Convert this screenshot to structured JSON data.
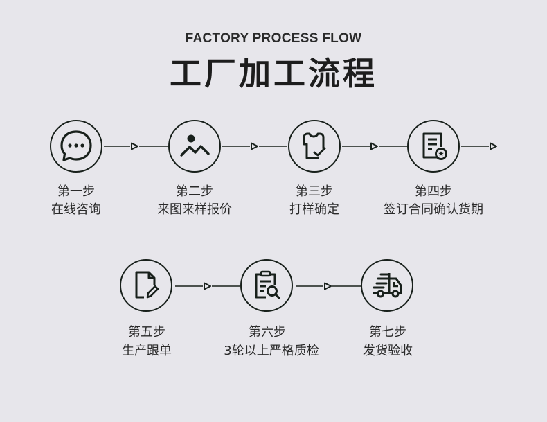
{
  "header": {
    "subtitle": "FACTORY PROCESS FLOW",
    "title": "工厂加工流程"
  },
  "colors": {
    "background": "#e7e6eb",
    "stroke": "#18201b",
    "text": "#2a2a2a"
  },
  "steps": [
    {
      "title": "第一步",
      "desc": "在线咨询",
      "icon": "chat-bubble-icon"
    },
    {
      "title": "第二步",
      "desc": "来图来样报价",
      "icon": "image-icon"
    },
    {
      "title": "第三步",
      "desc": "打样确定",
      "icon": "shirt-check-icon"
    },
    {
      "title": "第四步",
      "desc": "签订合同确认货期",
      "icon": "contract-icon"
    },
    {
      "title": "第五步",
      "desc": "生产跟单",
      "icon": "document-edit-icon"
    },
    {
      "title": "第六步",
      "desc": "3轮以上严格质检",
      "icon": "clipboard-search-icon"
    },
    {
      "title": "第七步",
      "desc": "发货验收",
      "icon": "delivery-truck-icon"
    }
  ]
}
